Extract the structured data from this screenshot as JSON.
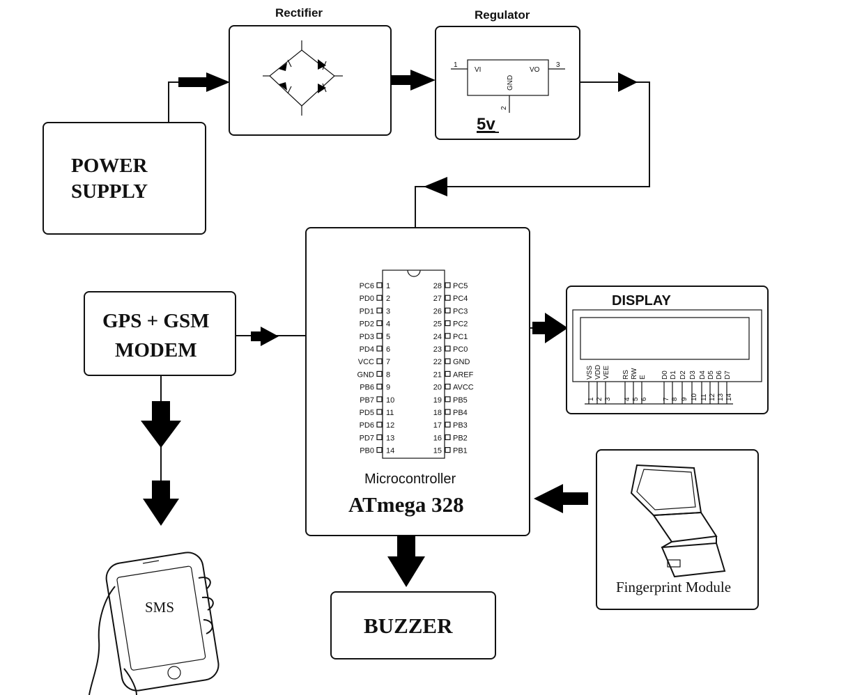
{
  "blocks": {
    "power_supply": [
      "POWER",
      "SUPPLY"
    ],
    "rectifier": "Rectifier",
    "regulator": "Regulator",
    "regulator_pins": {
      "vi": "VI",
      "vo": "VO",
      "gnd": "GND",
      "pin1": "1",
      "pin2": "2",
      "pin3": "3",
      "voltage": "5v"
    },
    "gps_gsm": [
      "GPS + GSM",
      "MODEM"
    ],
    "display": "DISPLAY",
    "fingerprint": "Fingerprint Module",
    "buzzer": "BUZZER",
    "sms": "SMS",
    "mc_caption": "Microcontroller",
    "mc_name": "ATmega 328"
  },
  "chip": {
    "left": [
      {
        "name": "PC6",
        "num": "1"
      },
      {
        "name": "PD0",
        "num": "2"
      },
      {
        "name": "PD1",
        "num": "3"
      },
      {
        "name": "PD2",
        "num": "4"
      },
      {
        "name": "PD3",
        "num": "5"
      },
      {
        "name": "PD4",
        "num": "6"
      },
      {
        "name": "VCC",
        "num": "7"
      },
      {
        "name": "GND",
        "num": "8"
      },
      {
        "name": "PB6",
        "num": "9"
      },
      {
        "name": "PB7",
        "num": "10"
      },
      {
        "name": "PD5",
        "num": "11"
      },
      {
        "name": "PD6",
        "num": "12"
      },
      {
        "name": "PD7",
        "num": "13"
      },
      {
        "name": "PB0",
        "num": "14"
      }
    ],
    "right": [
      {
        "num": "28",
        "name": "PC5"
      },
      {
        "num": "27",
        "name": "PC4"
      },
      {
        "num": "26",
        "name": "PC3"
      },
      {
        "num": "25",
        "name": "PC2"
      },
      {
        "num": "24",
        "name": "PC1"
      },
      {
        "num": "23",
        "name": "PC0"
      },
      {
        "num": "22",
        "name": "GND"
      },
      {
        "num": "21",
        "name": "AREF"
      },
      {
        "num": "20",
        "name": "AVCC"
      },
      {
        "num": "19",
        "name": "PB5"
      },
      {
        "num": "18",
        "name": "PB4"
      },
      {
        "num": "17",
        "name": "PB3"
      },
      {
        "num": "16",
        "name": "PB2"
      },
      {
        "num": "15",
        "name": "PB1"
      }
    ]
  },
  "lcd": {
    "signals": [
      "VSS",
      "VDD",
      "VEE",
      "RS",
      "RW",
      "E",
      "D0",
      "D1",
      "D2",
      "D3",
      "D4",
      "D5",
      "D6",
      "D7"
    ],
    "pins": [
      "1",
      "2",
      "3",
      "4",
      "5",
      "6",
      "7",
      "8",
      "9",
      "10",
      "11",
      "12",
      "13",
      "14"
    ]
  }
}
